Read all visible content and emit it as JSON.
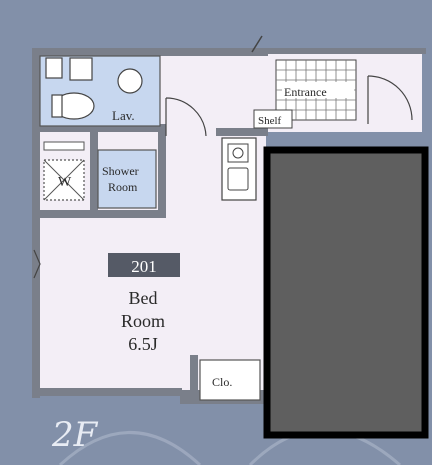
{
  "floor_plan": {
    "labels": {
      "lav": "Lav.",
      "shower_line1": "Shower",
      "shower_line2": "Room",
      "washer": "W",
      "entrance": "Entrance",
      "shelf": "Shelf",
      "room_number": "201",
      "bed_line1": "Bed",
      "bed_line2": "Room",
      "bed_size": "6.5J",
      "closet": "Clo.",
      "floor": "2F"
    },
    "colors": {
      "background": "#7e8da6",
      "floor": "#f3eef6",
      "wall": "#7a7f8a",
      "wet_area": "#c7d7ef",
      "tile": "#ffffff",
      "redaction": "#5f5f5f",
      "redaction_border": "#000000",
      "badge": "#555a66"
    }
  }
}
